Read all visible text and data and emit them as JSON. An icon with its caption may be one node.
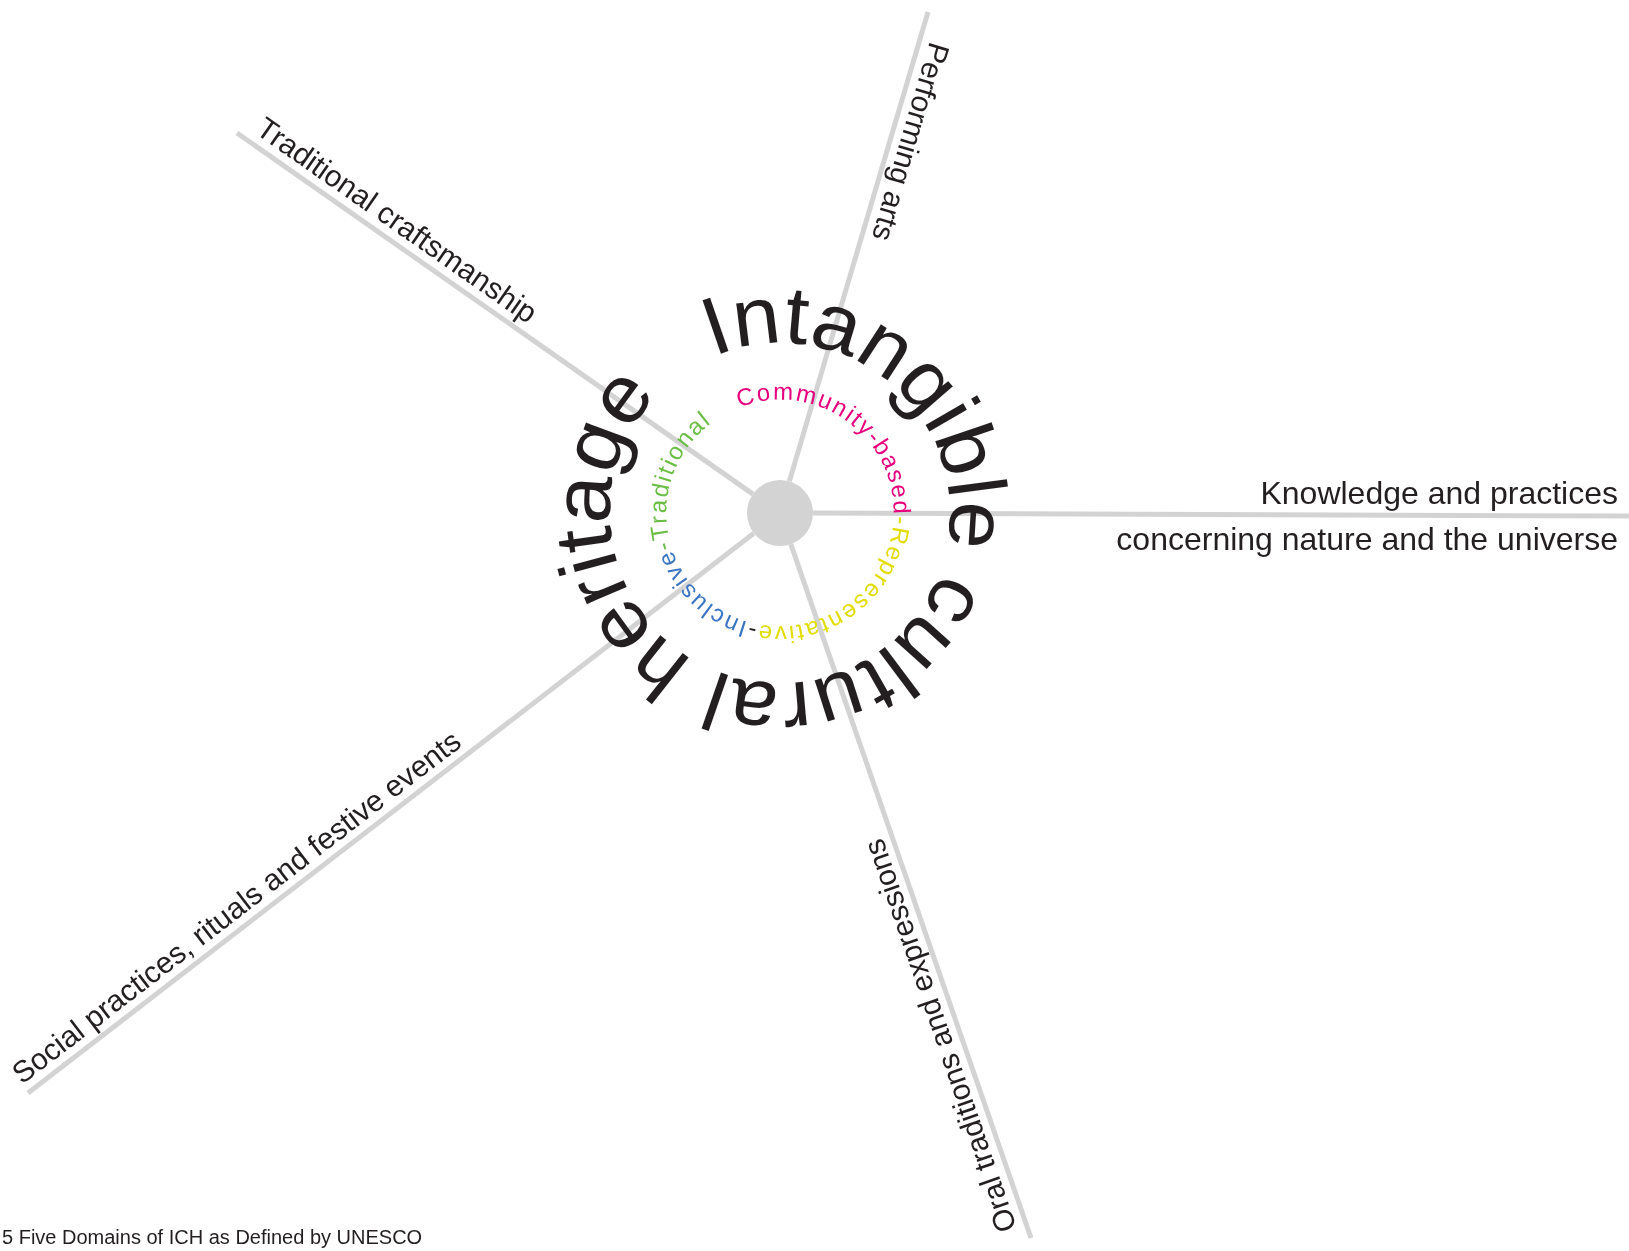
{
  "diagram": {
    "caption": "5 Five Domains of ICH as Defined by UNESCO",
    "nodes": [
      {
        "text": [
          "Performing arts"
        ]
      },
      {
        "text": [
          "Traditional craftsmanship"
        ]
      },
      {
        "text": [],
        "shape": "circle"
      },
      {
        "text": [
          "Knowledge and practices concerning nature and the universe"
        ]
      },
      {
        "text": [
          "Social practices, rituals and festive events"
        ]
      },
      {
        "text": [
          "Oral traditions and expressions"
        ]
      }
    ],
    "edges": [
      {
        "from": 2,
        "to": 0,
        "arrow": "none"
      },
      {
        "from": 2,
        "to": 1,
        "arrow": "none"
      },
      {
        "from": 2,
        "to": 3,
        "arrow": "none"
      },
      {
        "from": 2,
        "to": 4,
        "arrow": "none"
      },
      {
        "from": 2,
        "to": 5,
        "arrow": "none"
      }
    ],
    "labels": [
      "Intangible cultural heritage",
      "Community-based",
      "-Representative",
      "-",
      "Inclusive",
      "-Traditional"
    ]
  }
}
